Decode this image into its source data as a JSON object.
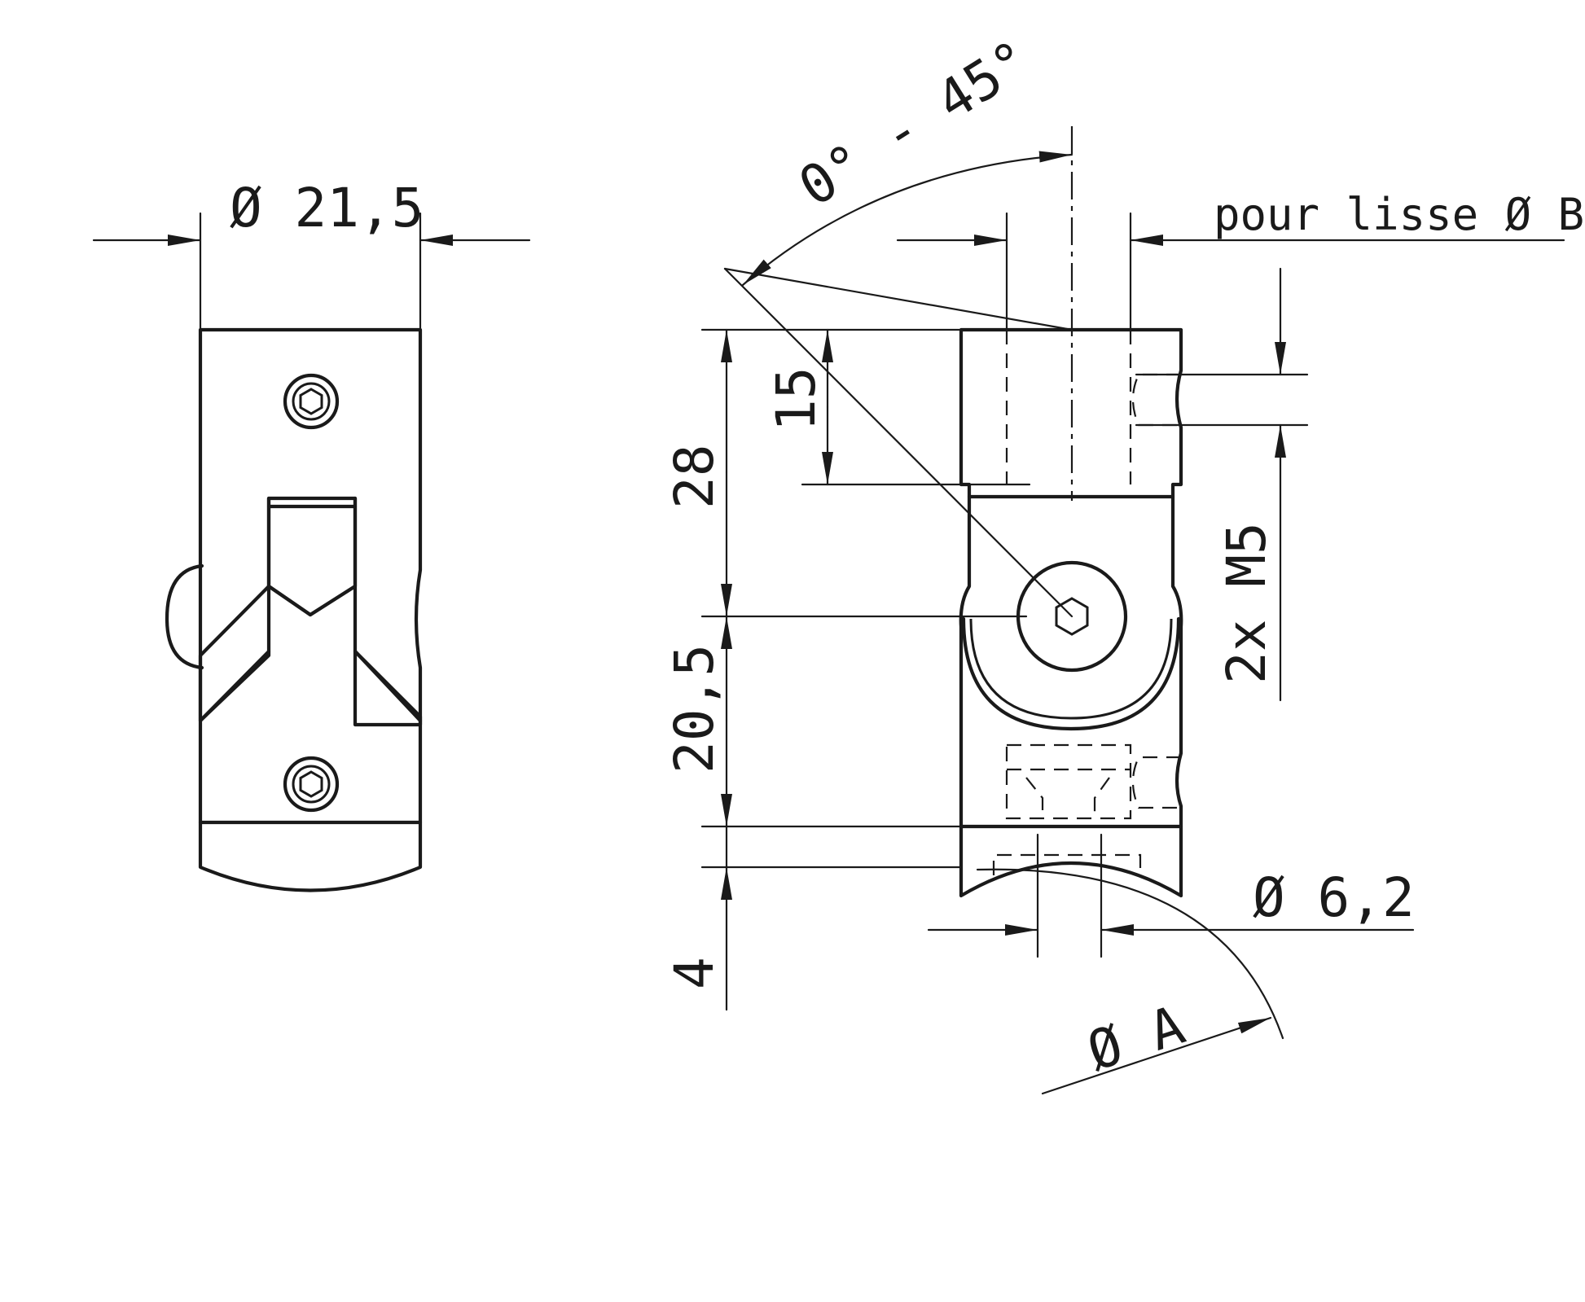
{
  "labels": {
    "dia_21_5": "Ø 21,5",
    "angle": "0° - 45°",
    "rail": "pour lisse Ø B",
    "dim_28": "28",
    "dim_15": "15",
    "dim_20_5": "20,5",
    "dim_4": "4",
    "thread": "2x M5",
    "dia_6_2": "Ø 6,2",
    "dia_a": "Ø A"
  },
  "colors": {
    "ink": "#1a1a1a",
    "paper": "#ffffff"
  }
}
